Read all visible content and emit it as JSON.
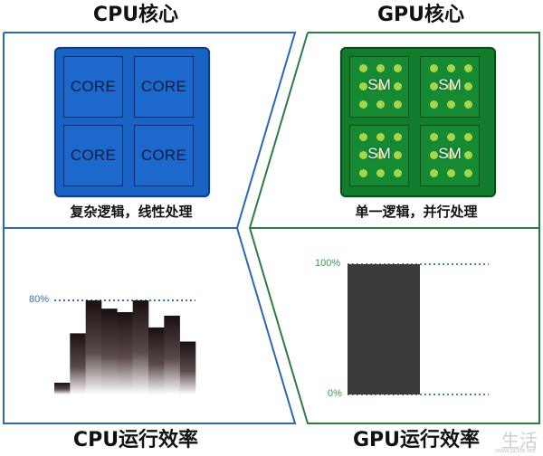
{
  "titles": {
    "cpu_core": "CPU核心",
    "gpu_core": "GPU核心",
    "cpu_efficiency": "CPU运行效率",
    "gpu_efficiency": "GPU运行效率"
  },
  "cpu_chip": {
    "cores": [
      "CORE",
      "CORE",
      "CORE",
      "CORE"
    ],
    "caption": "复杂逻辑，线性处理"
  },
  "gpu_chip": {
    "units": [
      "SM",
      "SM",
      "SM",
      "SM"
    ],
    "caption": "单一逻辑，并行处理"
  },
  "cpu_chart": {
    "threshold_label": "80%",
    "threshold_value": 80,
    "bar_values": [
      10,
      52,
      80,
      73,
      70,
      80,
      57,
      67,
      45
    ]
  },
  "gpu_chart": {
    "top_label": "100%",
    "bottom_label": "0%",
    "bar_value": 100
  },
  "colors": {
    "cpu_blue": "#1a63c4",
    "cpu_frame": "#2a68b3",
    "gpu_green": "#127b2c",
    "gpu_frame": "#2d7a45",
    "gpu_dot": "#a8d64a",
    "cpu_threshold": "#3a6fa8",
    "gpu_threshold": "#3f9a4f",
    "gpu_bar": "#3a3a3a"
  },
  "watermark": {
    "text": "生活",
    "url": "www.pclife.net"
  }
}
